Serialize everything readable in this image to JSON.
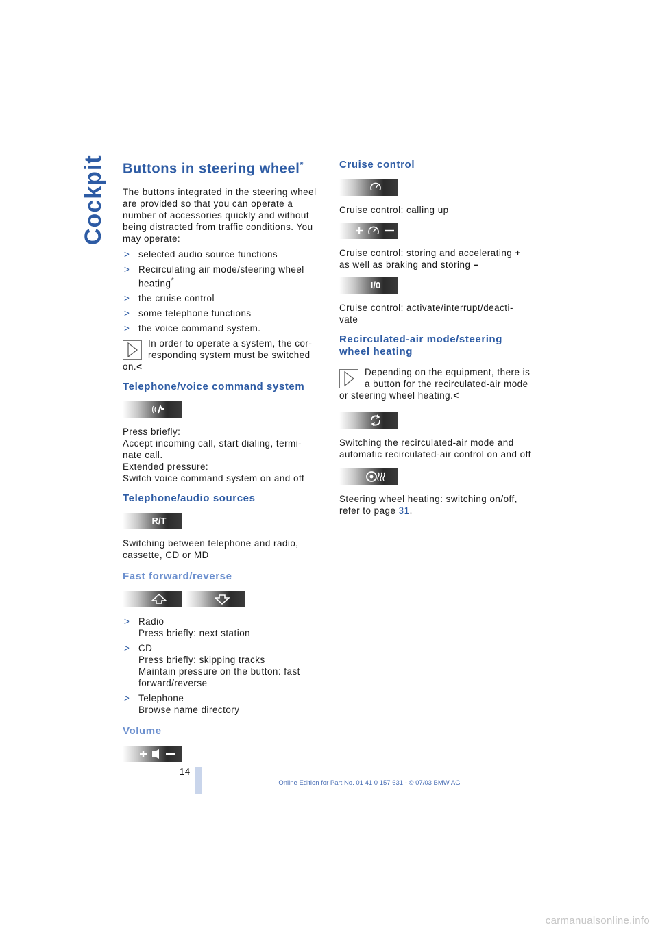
{
  "section_tab": "Cockpit",
  "left": {
    "title": "Buttons in steering wheel",
    "title_star": "*",
    "intro": "The buttons integrated in the steering wheel are provided so that you can operate a number of accessories quickly and without being distracted from traffic conditions. You may operate:",
    "bullets": [
      {
        "text": "selected audio source functions"
      },
      {
        "text": "Recirculating air mode/steering wheel heating",
        "star": "*"
      },
      {
        "text": "the cruise control"
      },
      {
        "text": "some telephone functions"
      },
      {
        "text": "the voice command system."
      }
    ],
    "note_first": "In order to operate a system, the cor-",
    "note_second": "responding system must be switched",
    "note_end": "on.",
    "telephone_voice": {
      "heading": "Telephone/voice command system",
      "lines": [
        "Press briefly:",
        "Accept incoming call, start dialing, termi-",
        "nate call.",
        "Extended pressure:",
        "Switch voice command system on and off"
      ]
    },
    "telephone_audio": {
      "heading": "Telephone/audio sources",
      "button_label": "R/T",
      "text": "Switching between telephone and radio, cassette, CD or MD"
    },
    "fast_forward": {
      "heading": "Fast forward/reverse",
      "items": [
        {
          "lines": [
            "Radio",
            "Press briefly: next station"
          ]
        },
        {
          "lines": [
            "CD",
            "Press briefly: skipping tracks",
            "Maintain pressure on the button: fast",
            "forward/reverse"
          ]
        },
        {
          "lines": [
            "Telephone",
            "Browse name directory"
          ]
        }
      ]
    },
    "volume": {
      "heading": "Volume"
    }
  },
  "right": {
    "cruise": {
      "heading": "Cruise control",
      "calling_up": "Cruise control: calling up",
      "storing_line1": "Cruise control: storing and accelerating",
      "storing_plus": "+",
      "storing_line2": "as well as braking and storing",
      "storing_minus": "–",
      "activate_button": "I/0",
      "activate_line1": "Cruise control: activate/interrupt/deacti-",
      "activate_line2": "vate"
    },
    "recirc": {
      "heading_line1": "Recirculated-air mode/steering",
      "heading_line2": "wheel heating",
      "note_first": "Depending on the equipment, there is",
      "note_second": "a button for the recirculated-air mode",
      "note_third": "or steering wheel heating.",
      "switching": "Switching the recirculated-air mode and automatic recirculated-air control on and off",
      "heating_text": "Steering wheel heating: switching on/off, refer to page",
      "heating_page": "31",
      "heating_end": "."
    }
  },
  "page_number": "14",
  "footer": "Online Edition for Part No. 01 41 0 157 631 - © 07/03 BMW AG",
  "watermark": "carmanualsonline.info",
  "end_mark": "<"
}
